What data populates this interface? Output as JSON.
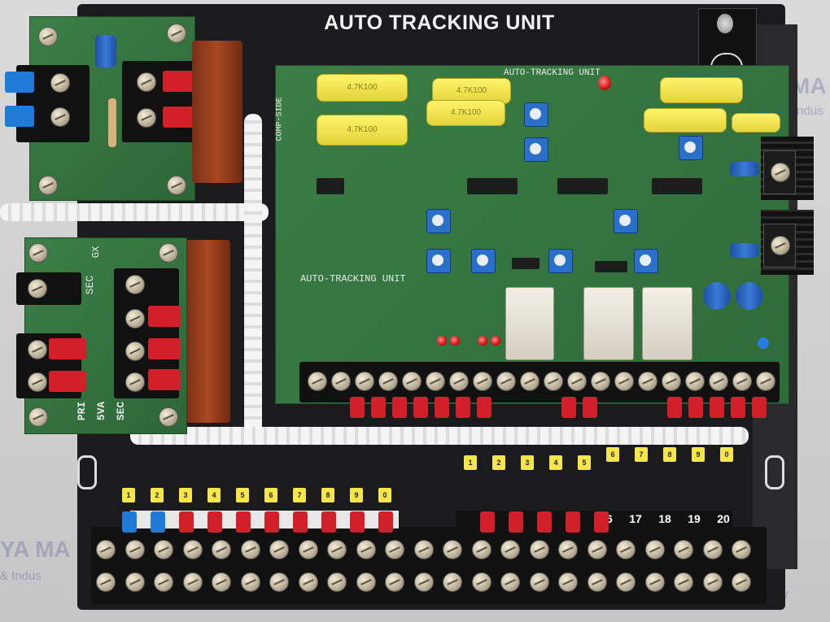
{
  "title": "AUTO TRACKING UNIT",
  "pcb_silk": {
    "board_name": "AUTO-TRACKING UNIT",
    "board_name_top": "AUTO-TRACKING UNIT",
    "comp_side": "COMP-SIDE",
    "cap_labels": [
      "4.7K100",
      "4.7K100",
      "4.7K100",
      "4.7K100"
    ]
  },
  "transformer_board": {
    "labels": [
      "PRI",
      "5VA",
      "SEC"
    ],
    "sec_top": "SEC",
    "gx": "GX"
  },
  "bottom_terminal_numbers": [
    "16",
    "17",
    "18",
    "19",
    "20"
  ],
  "wire_tags": [
    "1",
    "2",
    "3",
    "4",
    "5",
    "6",
    "7",
    "8",
    "9",
    "0",
    "1",
    "2",
    "3",
    "4",
    "5",
    "6",
    "7",
    "8",
    "9",
    "0"
  ],
  "watermark": {
    "left_big": "YA MA",
    "left_small": "& Indus",
    "right_big": "MA",
    "right_small": "Indus",
    "bottom_right": "nery"
  },
  "colors": {
    "pcb_green": "#2f6e3a",
    "chassis": "#1b1b1d",
    "lug_red": "#d2202a",
    "lug_blue": "#1f7bd6",
    "tag_yellow": "#f7e64a",
    "pot_blue": "#2a6fc9"
  }
}
